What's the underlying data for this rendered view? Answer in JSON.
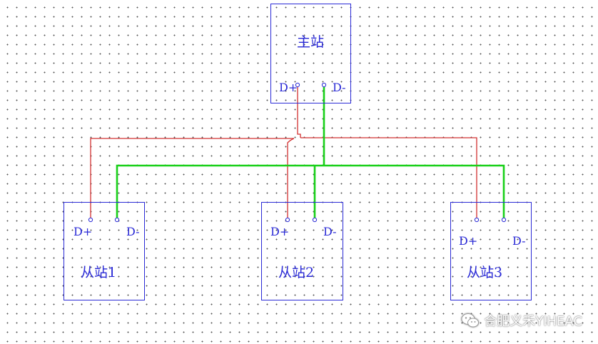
{
  "master": {
    "title": "主站",
    "pin_plus": "D+",
    "pin_minus": "D-"
  },
  "slaves": [
    {
      "title": "从站1",
      "pin_plus": "D+",
      "pin_minus": "D-"
    },
    {
      "title": "从站2",
      "pin_plus": "D+",
      "pin_minus": "D-"
    },
    {
      "title": "从站3",
      "pin_plus": "D+",
      "pin_minus": "D-"
    }
  ],
  "wires": {
    "d_plus_color": "#d23030",
    "d_minus_color": "#19d019"
  },
  "box_color": "#2a2ad6",
  "watermark": {
    "icon": "wechat-icon",
    "text": "合肥义禾YIHEAC"
  }
}
